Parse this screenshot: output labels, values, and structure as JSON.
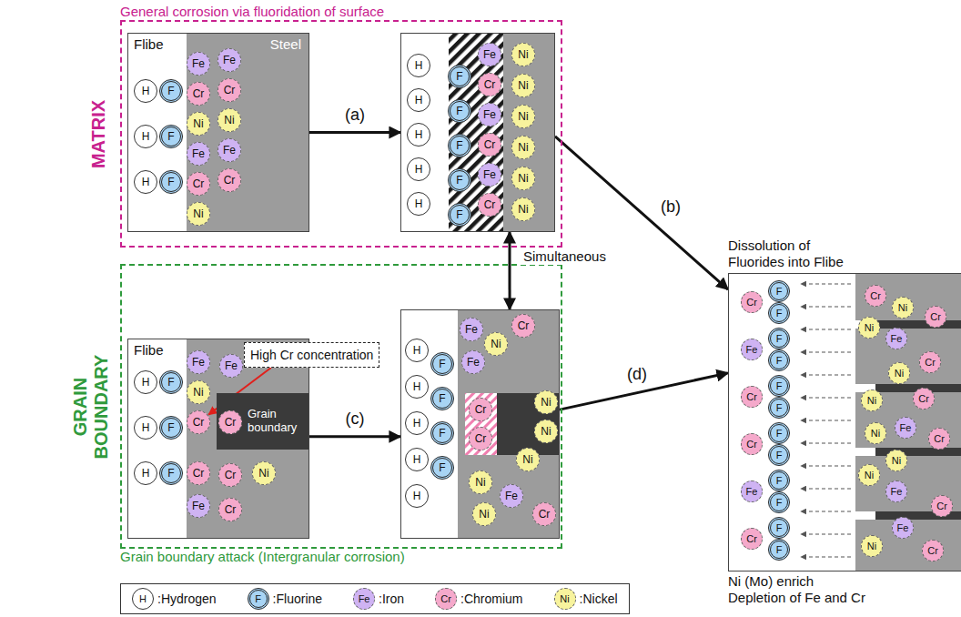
{
  "diagram": {
    "nodes": [
      {
        "text": [
          "General corrosion via fluoridation of surface",
          "MATRIX"
        ]
      },
      {
        "text": [
          "Flibe",
          "Steel"
        ],
        "in": 0
      },
      {
        "text": [
          "H"
        ],
        "in": 1
      },
      {
        "text": [
          "F"
        ],
        "in": 1
      },
      {
        "text": [
          "H"
        ],
        "in": 1
      },
      {
        "text": [
          "F"
        ],
        "in": 1
      },
      {
        "text": [
          "H"
        ],
        "in": 1
      },
      {
        "text": [
          "F"
        ],
        "in": 1
      },
      {
        "text": [
          "Fe"
        ],
        "in": 1
      },
      {
        "text": [
          "Cr"
        ],
        "in": 1
      },
      {
        "text": [
          "Ni"
        ],
        "in": 1
      },
      {
        "text": [
          "Fe"
        ],
        "in": 1
      },
      {
        "text": [
          "Cr"
        ],
        "in": 1
      },
      {
        "text": [
          "Ni"
        ],
        "in": 1
      },
      {
        "text": [
          "Fe"
        ],
        "in": 1
      },
      {
        "text": [
          "Cr"
        ],
        "in": 1
      },
      {
        "text": [
          "Ni"
        ],
        "in": 1
      },
      {
        "text": [
          "Fe"
        ],
        "in": 1
      },
      {
        "text": [
          "Cr"
        ],
        "in": 1
      },
      {
        "text": [],
        "in": 0
      },
      {
        "text": [
          "H"
        ],
        "in": 19
      },
      {
        "text": [
          "F"
        ],
        "in": 19
      },
      {
        "text": [
          "H"
        ],
        "in": 19
      },
      {
        "text": [
          "F"
        ],
        "in": 19
      },
      {
        "text": [
          "H"
        ],
        "in": 19
      },
      {
        "text": [
          "F"
        ],
        "in": 19
      },
      {
        "text": [
          "H"
        ],
        "in": 19
      },
      {
        "text": [
          "F"
        ],
        "in": 19
      },
      {
        "text": [
          "H"
        ],
        "in": 19
      },
      {
        "text": [
          "F"
        ],
        "in": 19
      },
      {
        "text": [
          "Fe"
        ],
        "in": 19
      },
      {
        "text": [
          "Cr"
        ],
        "in": 19
      },
      {
        "text": [
          "Fe"
        ],
        "in": 19
      },
      {
        "text": [
          "Cr"
        ],
        "in": 19
      },
      {
        "text": [
          "Fe"
        ],
        "in": 19
      },
      {
        "text": [
          "Cr"
        ],
        "in": 19
      },
      {
        "text": [
          "Ni"
        ],
        "in": 19
      },
      {
        "text": [
          "Ni"
        ],
        "in": 19
      },
      {
        "text": [
          "Ni"
        ],
        "in": 19
      },
      {
        "text": [
          "Ni"
        ],
        "in": 19
      },
      {
        "text": [
          "Ni"
        ],
        "in": 19
      },
      {
        "text": [
          "Ni"
        ],
        "in": 19
      },
      {
        "text": [
          "GRAIN BOUNDARY",
          "Grain boundary attack (Intergranular corrosion)"
        ]
      },
      {
        "text": [
          "Flibe"
        ],
        "in": 42
      },
      {
        "text": [
          "Grain boundary"
        ],
        "in": 43
      },
      {
        "text": [
          "H"
        ],
        "in": 43
      },
      {
        "text": [
          "F"
        ],
        "in": 43
      },
      {
        "text": [
          "H"
        ],
        "in": 43
      },
      {
        "text": [
          "F"
        ],
        "in": 43
      },
      {
        "text": [
          "H"
        ],
        "in": 43
      },
      {
        "text": [
          "F"
        ],
        "in": 43
      },
      {
        "text": [
          "Fe"
        ],
        "in": 43
      },
      {
        "text": [
          "Fe"
        ],
        "in": 43
      },
      {
        "text": [
          "Ni"
        ],
        "in": 43
      },
      {
        "text": [
          "Cr"
        ],
        "in": 43
      },
      {
        "text": [
          "Cr"
        ],
        "in": 43
      },
      {
        "text": [
          "Cr"
        ],
        "in": 43
      },
      {
        "text": [
          "Cr"
        ],
        "in": 43
      },
      {
        "text": [
          "Ni"
        ],
        "in": 43
      },
      {
        "text": [
          "Fe"
        ],
        "in": 43
      },
      {
        "text": [
          "Cr"
        ],
        "in": 43
      },
      {
        "text": [
          "High Cr concentration"
        ],
        "in": 42
      },
      {
        "text": [],
        "in": 42
      },
      {
        "text": [
          "H"
        ],
        "in": 62
      },
      {
        "text": [
          "H"
        ],
        "in": 62
      },
      {
        "text": [
          "H"
        ],
        "in": 62
      },
      {
        "text": [
          "H"
        ],
        "in": 62
      },
      {
        "text": [
          "H"
        ],
        "in": 62
      },
      {
        "text": [
          "F"
        ],
        "in": 62
      },
      {
        "text": [
          "F"
        ],
        "in": 62
      },
      {
        "text": [
          "F"
        ],
        "in": 62
      },
      {
        "text": [
          "F"
        ],
        "in": 62
      },
      {
        "text": [
          "Fe"
        ],
        "in": 62
      },
      {
        "text": [
          "Ni"
        ],
        "in": 62
      },
      {
        "text": [
          "Cr"
        ],
        "in": 62
      },
      {
        "text": [
          "Fe"
        ],
        "in": 62
      },
      {
        "text": [
          "Cr"
        ],
        "in": 62
      },
      {
        "text": [
          "Cr"
        ],
        "in": 62
      },
      {
        "text": [
          "Ni"
        ],
        "in": 62
      },
      {
        "text": [
          "Ni"
        ],
        "in": 62
      },
      {
        "text": [
          "Ni"
        ],
        "in": 62
      },
      {
        "text": [
          "Ni"
        ],
        "in": 62
      },
      {
        "text": [
          "Fe"
        ],
        "in": 62
      },
      {
        "text": [
          "Ni"
        ],
        "in": 62
      },
      {
        "text": [
          "Cr"
        ],
        "in": 62
      },
      {
        "text": [
          "Dissolution of Fluorides into Flibe",
          "Ni (Mo) enrich Depletion of Fe and Cr"
        ]
      },
      {
        "text": [
          "Cr"
        ],
        "in": 85
      },
      {
        "text": [
          "F"
        ],
        "in": 85
      },
      {
        "text": [
          "F"
        ],
        "in": 85
      },
      {
        "text": [
          "Fe"
        ],
        "in": 85
      },
      {
        "text": [
          "F"
        ],
        "in": 85
      },
      {
        "text": [
          "F"
        ],
        "in": 85
      },
      {
        "text": [
          "Cr"
        ],
        "in": 85
      },
      {
        "text": [
          "F"
        ],
        "in": 85
      },
      {
        "text": [
          "F"
        ],
        "in": 85
      },
      {
        "text": [
          "Cr"
        ],
        "in": 85
      },
      {
        "text": [
          "F"
        ],
        "in": 85
      },
      {
        "text": [
          "F"
        ],
        "in": 85
      },
      {
        "text": [
          "Fe"
        ],
        "in": 85
      },
      {
        "text": [
          "F"
        ],
        "in": 85
      },
      {
        "text": [
          "F"
        ],
        "in": 85
      },
      {
        "text": [
          "Cr"
        ],
        "in": 85
      },
      {
        "text": [
          "F"
        ],
        "in": 85
      },
      {
        "text": [
          "F"
        ],
        "in": 85
      },
      {
        "text": [
          "Cr"
        ],
        "in": 85
      },
      {
        "text": [
          "Ni"
        ],
        "in": 85
      },
      {
        "text": [
          "Cr"
        ],
        "in": 85
      },
      {
        "text": [
          "Ni"
        ],
        "in": 85
      },
      {
        "text": [
          "Fe"
        ],
        "in": 85
      },
      {
        "text": [
          "Cr"
        ],
        "in": 85
      },
      {
        "text": [
          "Ni"
        ],
        "in": 85
      },
      {
        "text": [
          "Ni"
        ],
        "in": 85
      },
      {
        "text": [
          "Cr"
        ],
        "in": 85
      },
      {
        "text": [
          "Ni"
        ],
        "in": 85
      },
      {
        "text": [
          "Fe"
        ],
        "in": 85
      },
      {
        "text": [
          "Cr"
        ],
        "in": 85
      },
      {
        "text": [
          "Ni"
        ],
        "in": 85
      },
      {
        "text": [
          "Ni"
        ],
        "in": 85
      },
      {
        "text": [
          "Fe"
        ],
        "in": 85
      },
      {
        "text": [
          "Cr"
        ],
        "in": 85
      },
      {
        "text": [
          "Fe"
        ],
        "in": 85
      },
      {
        "text": [
          "Ni"
        ],
        "in": 85
      },
      {
        "text": [
          "Cr"
        ],
        "in": 85
      }
    ],
    "edges": [
      {
        "from": 1,
        "to": 19,
        "arrow": "to",
        "label": "(a)"
      },
      {
        "from": 19,
        "to": 85,
        "arrow": "to",
        "label": "(b)"
      },
      {
        "from": 19,
        "to": 62,
        "arrow": "both",
        "label": "Simultaneous"
      },
      {
        "from": 43,
        "to": 62,
        "arrow": "to",
        "label": "(c)"
      },
      {
        "from": 62,
        "to": 85,
        "arrow": "to",
        "label": "(d)"
      },
      {
        "from": 61,
        "to": 54,
        "arrow": "to"
      }
    ],
    "labels": [
      "H",
      "F",
      "Fe",
      "Cr",
      "Ni"
    ],
    "legend": [
      {
        "text": ":Hydrogen",
        "color": "#ffffff"
      },
      {
        "text": ":Fluorine",
        "color": "#a8d4f4"
      },
      {
        "text": ":Iron",
        "color": "#cfb3f3"
      },
      {
        "text": ":Chromium",
        "color": "#f5a9cb"
      },
      {
        "text": ":Nickel",
        "color": "#f7f39d"
      }
    ]
  }
}
